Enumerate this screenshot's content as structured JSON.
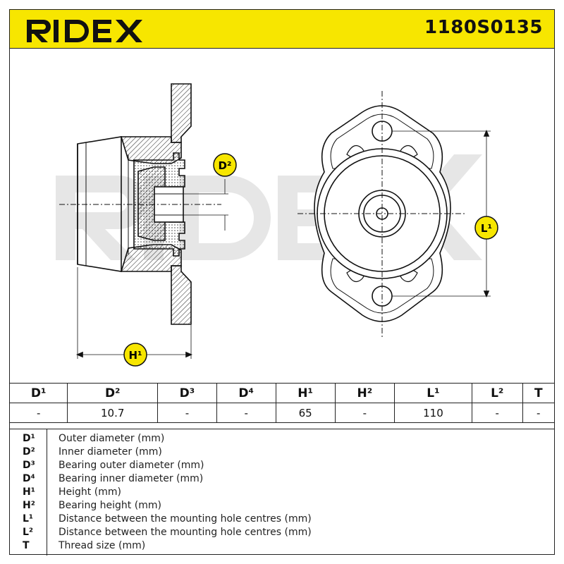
{
  "header": {
    "brand": "RIDEX",
    "part_number": "1180S0135",
    "bg_color": "#f7e600"
  },
  "drawing": {
    "watermark": "RIDEX",
    "labels": {
      "d2": "D²",
      "h1": "H¹",
      "l1": "L¹"
    }
  },
  "specs": {
    "headers": [
      "D¹",
      "D²",
      "D³",
      "D⁴",
      "H¹",
      "H²",
      "L¹",
      "L²",
      "T"
    ],
    "values": [
      "-",
      "10.7",
      "-",
      "-",
      "65",
      "-",
      "110",
      "-",
      "-"
    ]
  },
  "legend": [
    {
      "abbr": "D¹",
      "desc": "Outer diameter (mm)"
    },
    {
      "abbr": "D²",
      "desc": "Inner diameter (mm)"
    },
    {
      "abbr": "D³",
      "desc": "Bearing outer diameter (mm)"
    },
    {
      "abbr": "D⁴",
      "desc": "Bearing inner diameter (mm)"
    },
    {
      "abbr": "H¹",
      "desc": "Height (mm)"
    },
    {
      "abbr": "H²",
      "desc": "Bearing height (mm)"
    },
    {
      "abbr": "L¹",
      "desc": "Distance between the mounting hole centres (mm)"
    },
    {
      "abbr": "L²",
      "desc": "Distance between the mounting hole centres (mm)"
    },
    {
      "abbr": "T",
      "desc": "Thread size (mm)"
    }
  ]
}
